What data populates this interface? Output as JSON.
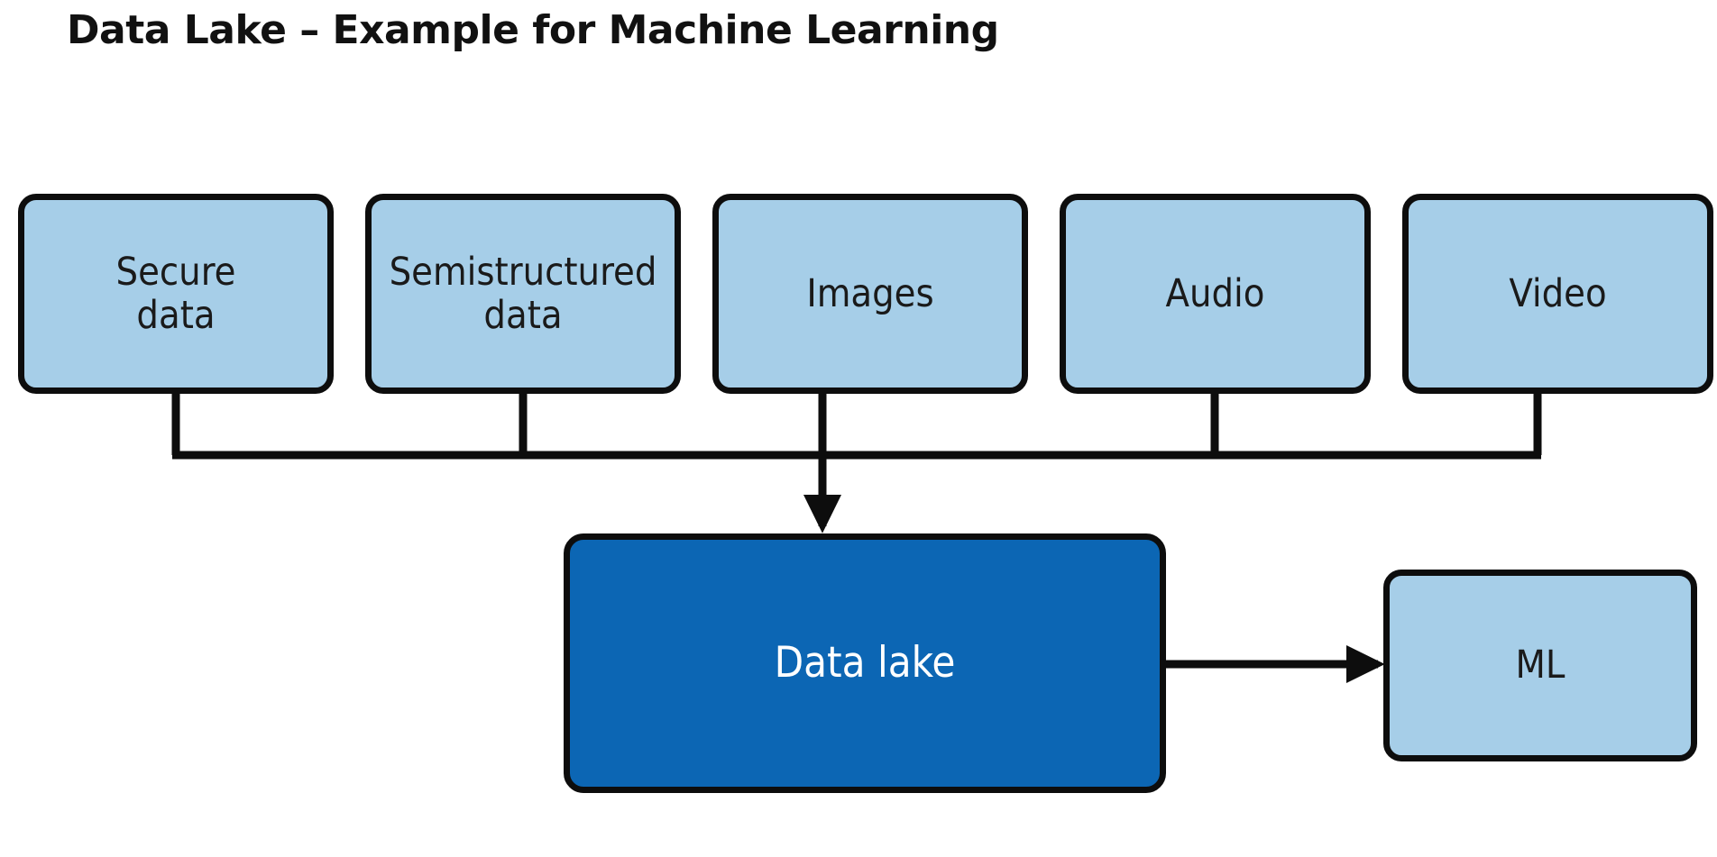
{
  "title": "Data Lake – Example for Machine Learning",
  "colors": {
    "source_fill": "#A6CEE8",
    "primary_fill": "#0C66B4",
    "stroke": "#0D0D0D",
    "primary_text": "#FFFFFF",
    "source_text": "#1A1A1A",
    "background": "#FFFFFF"
  },
  "sources": [
    {
      "label": "Secure\ndata",
      "line1": "Secure",
      "line2": "data"
    },
    {
      "label": "Semistructured\ndata",
      "line1": "Semistructured",
      "line2": "data"
    },
    {
      "label": "Images",
      "line1": "Images",
      "line2": ""
    },
    {
      "label": "Audio",
      "line1": "Audio",
      "line2": ""
    },
    {
      "label": "Video",
      "line1": "Video",
      "line2": ""
    }
  ],
  "datalake": {
    "label": "Data lake"
  },
  "ml": {
    "label": "ML"
  },
  "edges": [
    {
      "from": "Secure data",
      "to": "Data lake"
    },
    {
      "from": "Semistructured data",
      "to": "Data lake"
    },
    {
      "from": "Images",
      "to": "Data lake"
    },
    {
      "from": "Audio",
      "to": "Data lake"
    },
    {
      "from": "Video",
      "to": "Data lake"
    },
    {
      "from": "Data lake",
      "to": "ML"
    }
  ]
}
